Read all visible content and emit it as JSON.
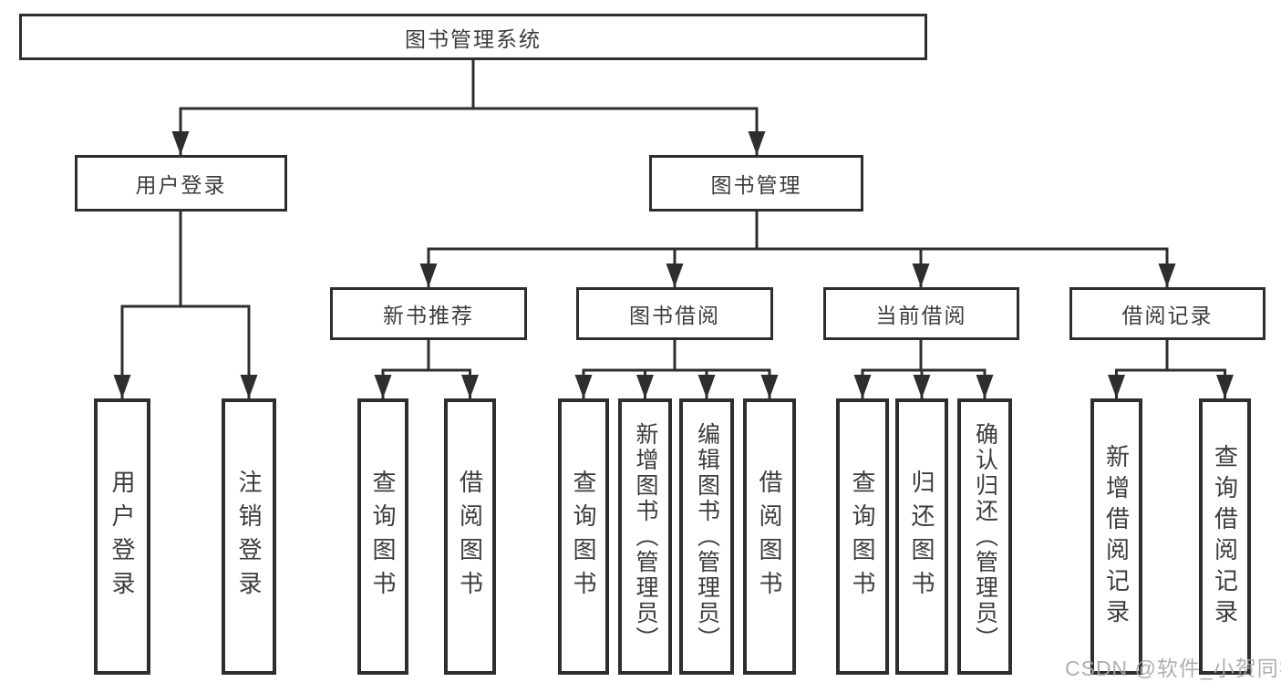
{
  "tree": {
    "root": {
      "label": "图书管理系统"
    },
    "branches": [
      {
        "label": "用户登录",
        "children": [
          {
            "label": "用户登录"
          },
          {
            "label": "注销登录"
          }
        ]
      },
      {
        "label": "图书管理",
        "sections": [
          {
            "label": "新书推荐",
            "children": [
              {
                "label": "查询图书"
              },
              {
                "label": "借阅图书"
              }
            ]
          },
          {
            "label": "图书借阅",
            "children": [
              {
                "label": "查询图书"
              },
              {
                "label": "新增图书（管理员）"
              },
              {
                "label": "编辑图书（管理员）"
              },
              {
                "label": "借阅图书"
              }
            ]
          },
          {
            "label": "当前借阅",
            "children": [
              {
                "label": "查询图书"
              },
              {
                "label": "归还图书"
              },
              {
                "label": "确认归还（管理员）"
              }
            ]
          },
          {
            "label": "借阅记录",
            "children": [
              {
                "label": "新增借阅记录"
              },
              {
                "label": "查询借阅记录"
              }
            ]
          }
        ]
      }
    ]
  },
  "watermark": {
    "text": "CSDN @软件_小贺同学"
  },
  "colors": {
    "line": "#2e2e2e",
    "text": "#3c3c3c",
    "background": "#ffffff",
    "watermark": "#a8a8a8"
  }
}
